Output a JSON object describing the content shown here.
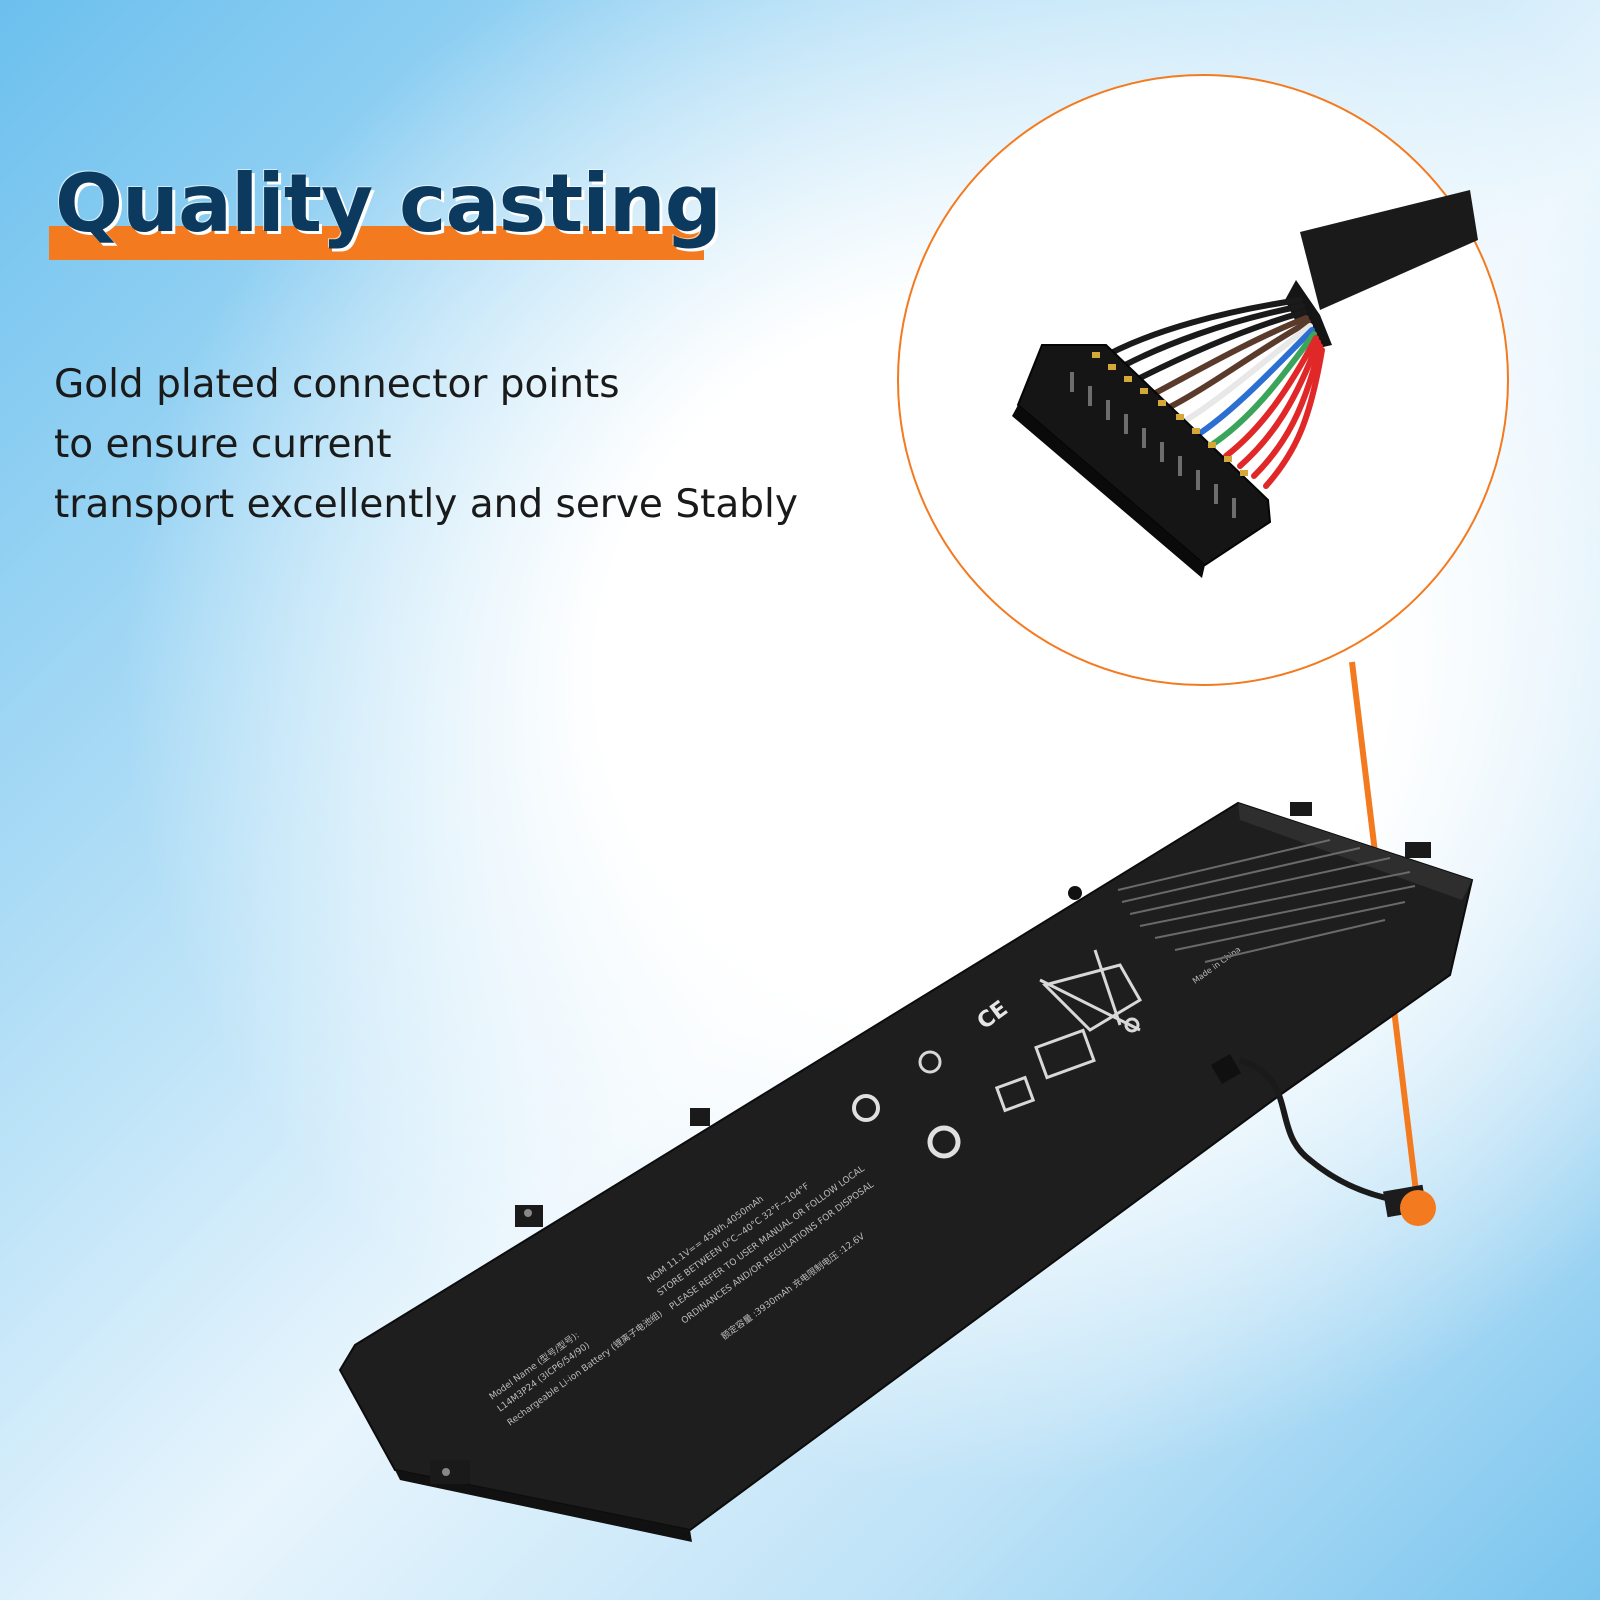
{
  "headline": {
    "title": "Quality casting",
    "accent_color": "#f47a1f",
    "title_color": "#0c3a5e"
  },
  "description": {
    "lines": [
      "Gold plated connector points",
      "to ensure current",
      "transport excellently and serve Stably"
    ]
  },
  "battery_label": {
    "model_name": "Model Name (型号/型号):",
    "model_number": "L14M3P24  (3ICP6/54/90)",
    "battery_type": "Rechargeable Li-ion Battery (锂离子电池组)",
    "nom": "NOM 11.1V== 45Wh,4050mAh",
    "storage": "STORE BETWEEN 0°C~40°C  32°F~104°F",
    "manual": "PLEASE REFER TO USER MANUAL OR FOLLOW LOCAL",
    "ordinances": "ORDINANCES AND/OR REGULATIONS FOR DISPOSAL",
    "rated": "额定容量 :3930mAh  充电限制电压 :12.6V",
    "made_in": "Made in China"
  },
  "icons": [
    "connector-zoom-icon",
    "recycle-bin-crossed-icon",
    "ce-mark-icon",
    "battery-recycle-icon",
    "certification-mark-icon"
  ]
}
